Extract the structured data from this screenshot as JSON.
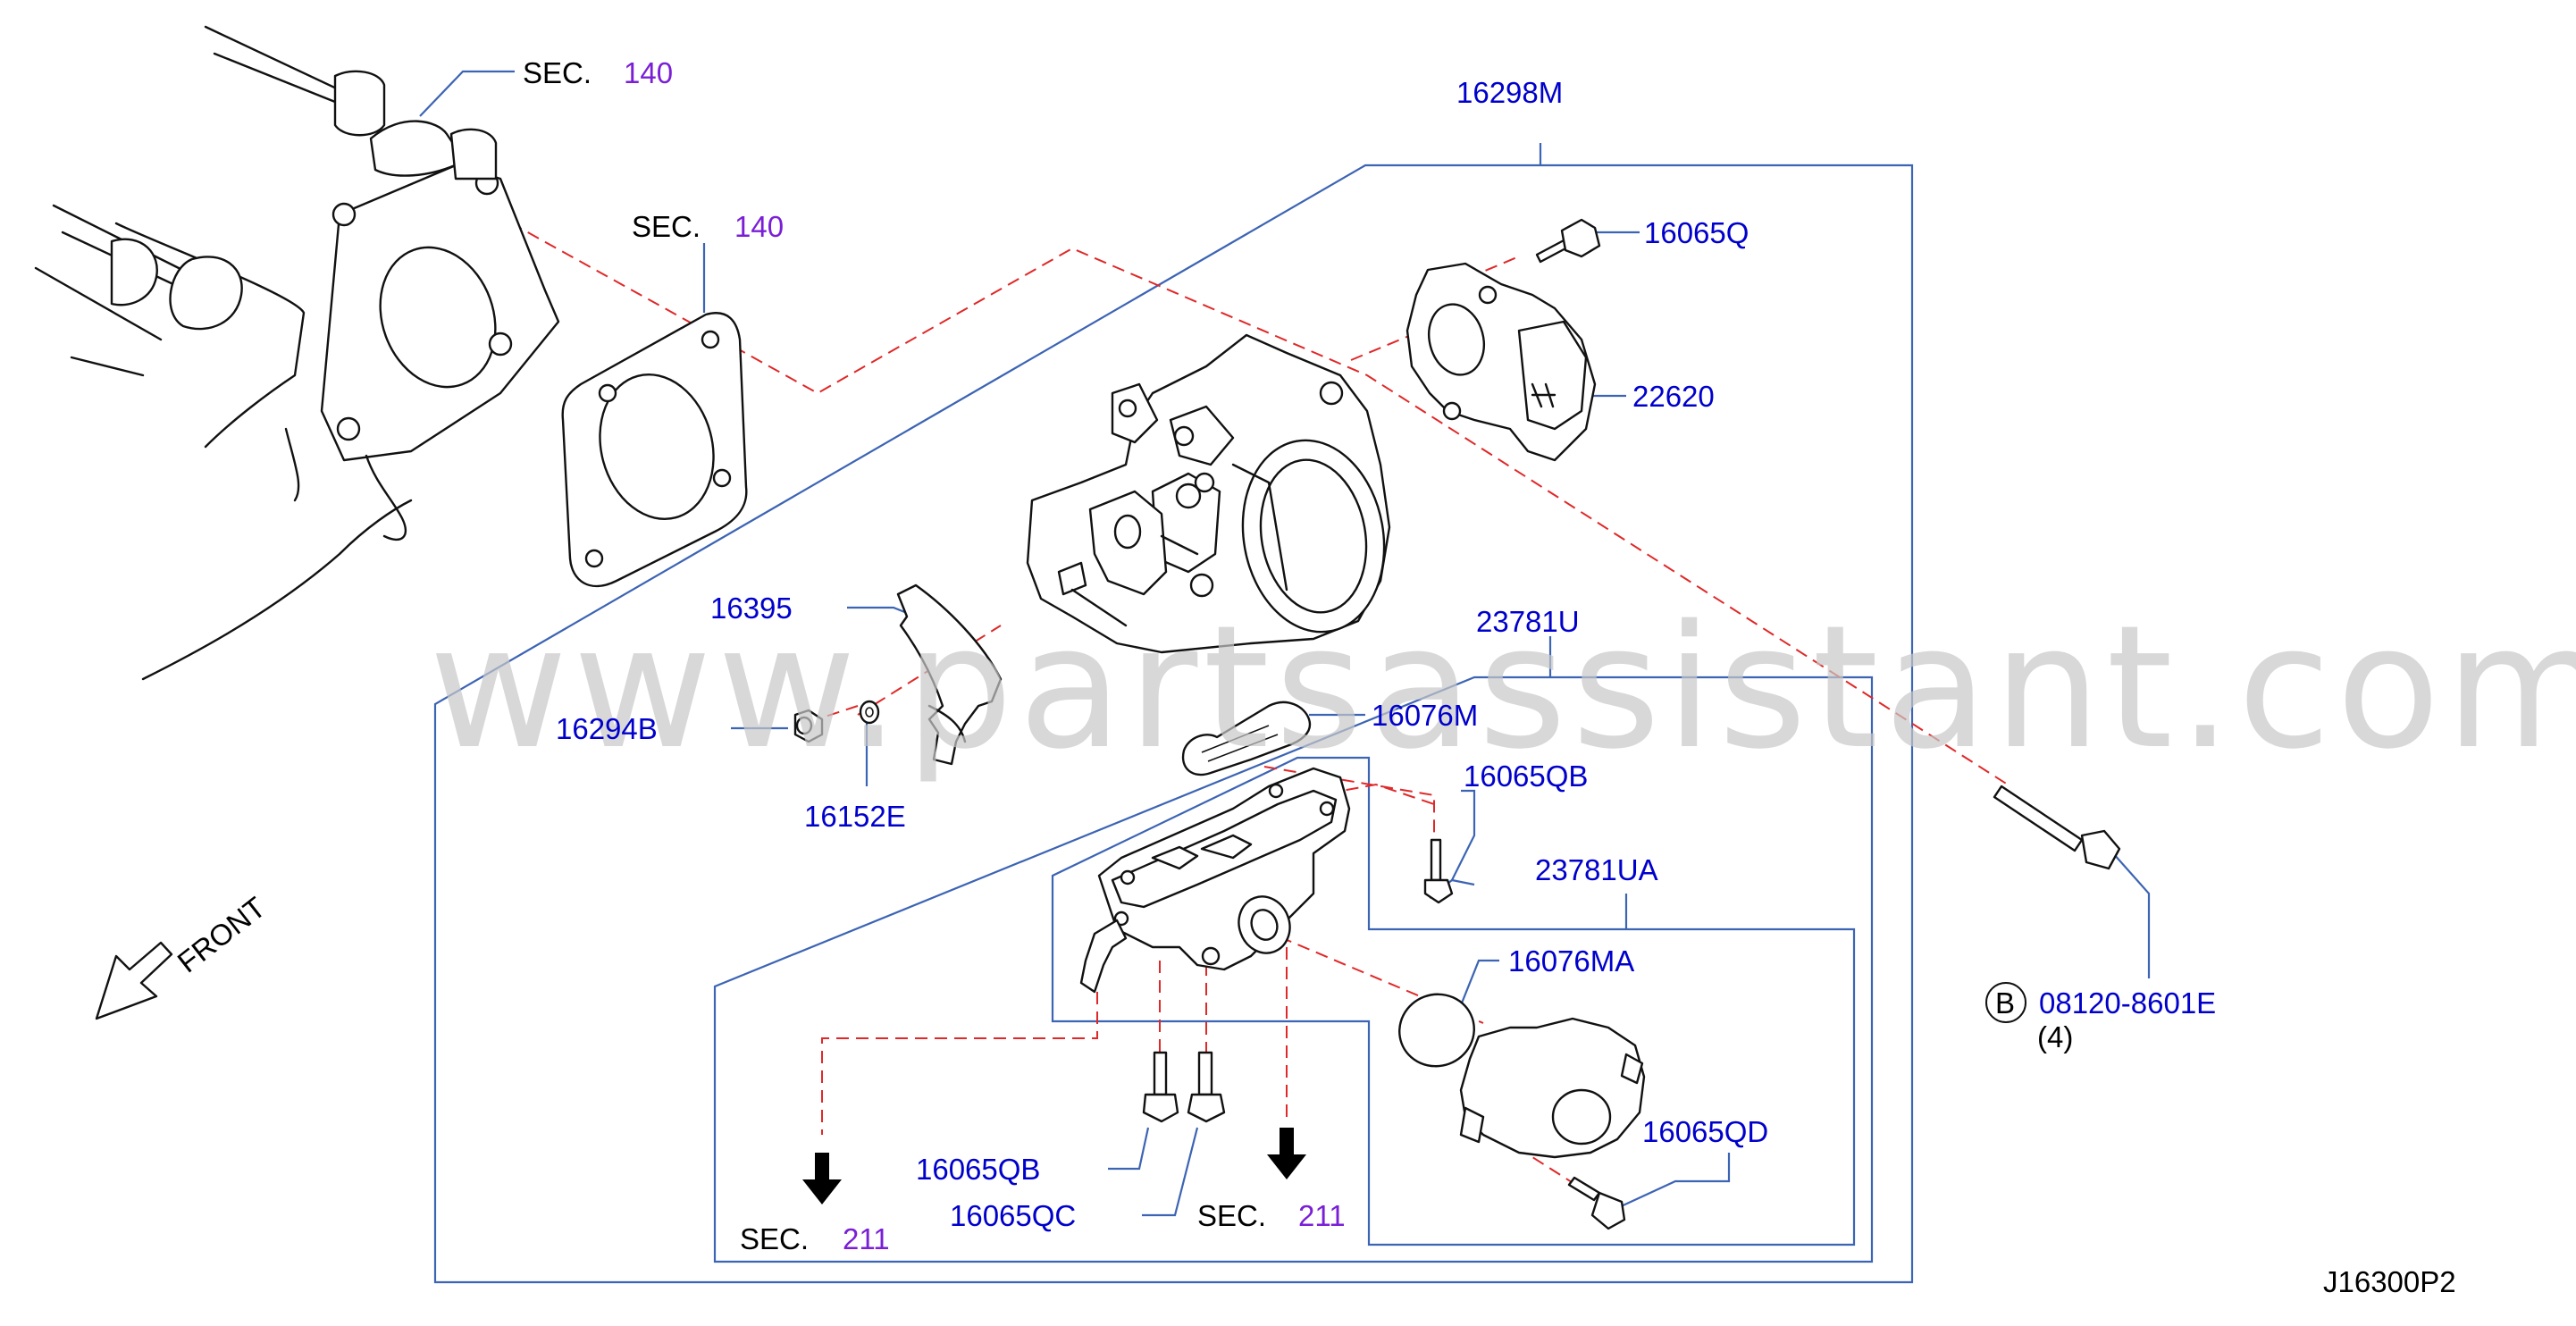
{
  "watermark": "www.partsassistant.com",
  "diagram_code": "J16300P2",
  "front_label": "FRONT",
  "sec_prefix": "SEC.",
  "sections": {
    "sec_140_top": "140",
    "sec_140_gasket": "140",
    "sec_211_left": "211",
    "sec_211_right": "211"
  },
  "parts": {
    "p_16298M": "16298M",
    "p_16065Q": "16065Q",
    "p_22620": "22620",
    "p_16395": "16395",
    "p_23781U": "23781U",
    "p_16294B": "16294B",
    "p_16076M": "16076M",
    "p_16152E": "16152E",
    "p_16065QB_top": "16065QB",
    "p_23781UA": "23781UA",
    "p_16076MA": "16076MA",
    "p_16065QD": "16065QD",
    "p_16065QB_bottom": "16065QB",
    "p_16065QC": "16065QC",
    "p_08120_8601E": "08120-8601E"
  },
  "bolt_ref": {
    "marker": "B",
    "quantity": "(4)"
  },
  "colors": {
    "part_number": "#0000cc",
    "section_number": "#7a1fd6",
    "frame_line": "#3c64b4",
    "centerline": "#e02828",
    "watermark": "#c8c8c8"
  }
}
